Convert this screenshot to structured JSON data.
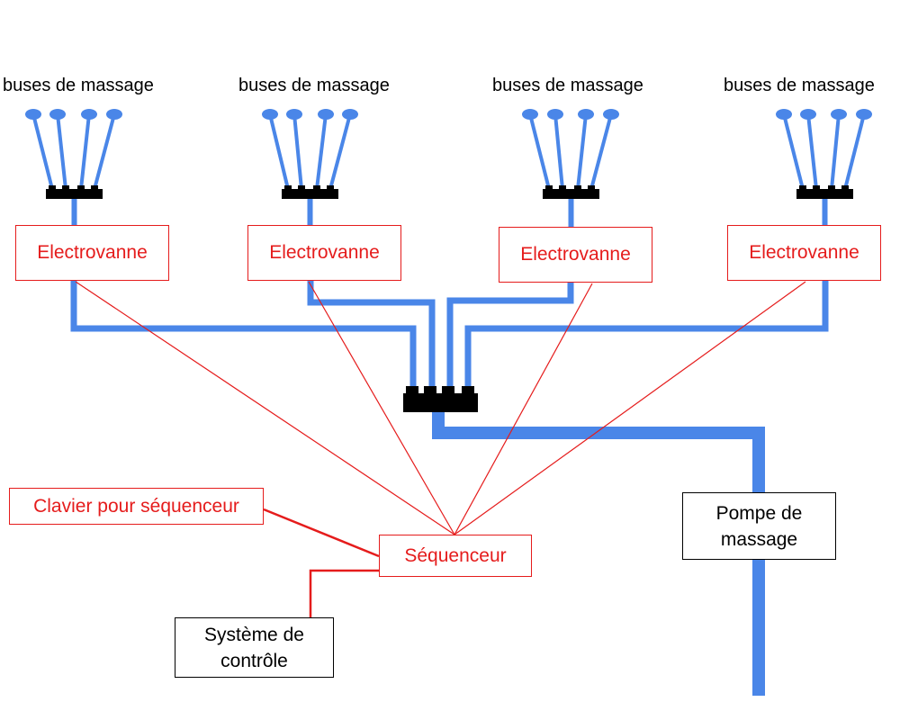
{
  "colors": {
    "pipe": "#4a86e8",
    "wire": "#e51c1c",
    "connector": "#000000",
    "box_border_black": "#000000"
  },
  "nozzle_labels": [
    "buses de massage",
    "buses de massage",
    "buses de massage",
    "buses de massage"
  ],
  "valves": [
    {
      "label": "Electrovanne"
    },
    {
      "label": "Electrovanne"
    },
    {
      "label": "Electrovanne"
    },
    {
      "label": "Electrovanne"
    }
  ],
  "keyboard_label": "Clavier pour séquenceur",
  "sequencer_label": "Séquenceur",
  "control_system": {
    "line1": "Système de",
    "line2": "contrôle"
  },
  "pump": {
    "line1": "Pompe de",
    "line2": "massage"
  }
}
